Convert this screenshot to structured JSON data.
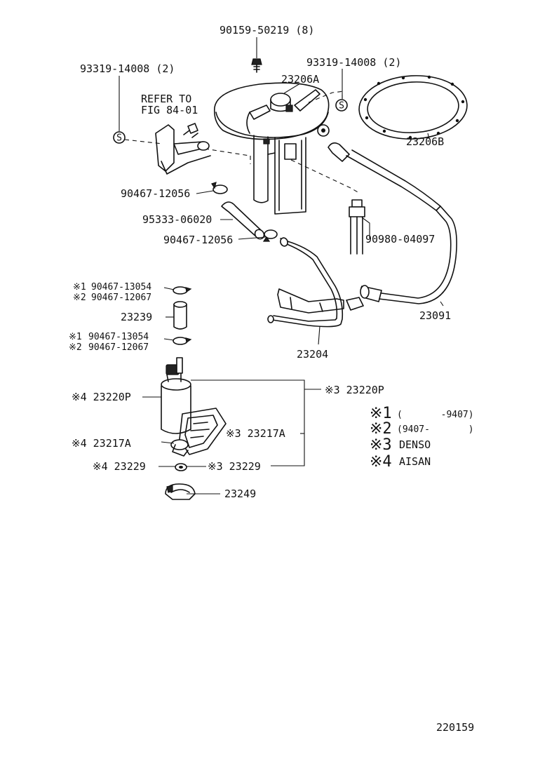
{
  "callouts": {
    "bolt": "90159-50219 (8)",
    "s_left": "93319-14008 (2)",
    "s_right": "93319-14008 (2)",
    "refer_line1": "REFER TO",
    "refer_line2": "FIG 84-01",
    "s_symbol": "S",
    "cover": "23206A",
    "gasket": "23206B",
    "clamp_upper": "90467-12056",
    "hose": "95333-06020",
    "clamp_lower": "90467-12056",
    "sensor": "90980-04097",
    "tube_right": "23091",
    "tube_center": "23204",
    "clip_a_mark": "※1",
    "clip_a": "90467-13054",
    "clip_b_mark": "※2",
    "clip_b": "90467-12067",
    "hose_short": "23239",
    "clip_c_mark": "※1",
    "clip_c": "90467-13054",
    "clip_d_mark": "※2",
    "clip_d": "90467-12067",
    "pump_left": "※4 23220P",
    "pump_right": "※3  23220P",
    "filter_left": "※4 23217A",
    "filter_right": "※3  23217A",
    "ring_left": "※4 23229",
    "ring_right": "※3 23229",
    "cushion": "23249",
    "figure_number": "220159"
  },
  "legend": [
    {
      "mark": "※1",
      "text": "(       -9407)"
    },
    {
      "mark": "※2",
      "text": "(9407-       )"
    },
    {
      "mark": "※3",
      "text": "DENSO"
    },
    {
      "mark": "※4",
      "text": "AISAN"
    }
  ]
}
